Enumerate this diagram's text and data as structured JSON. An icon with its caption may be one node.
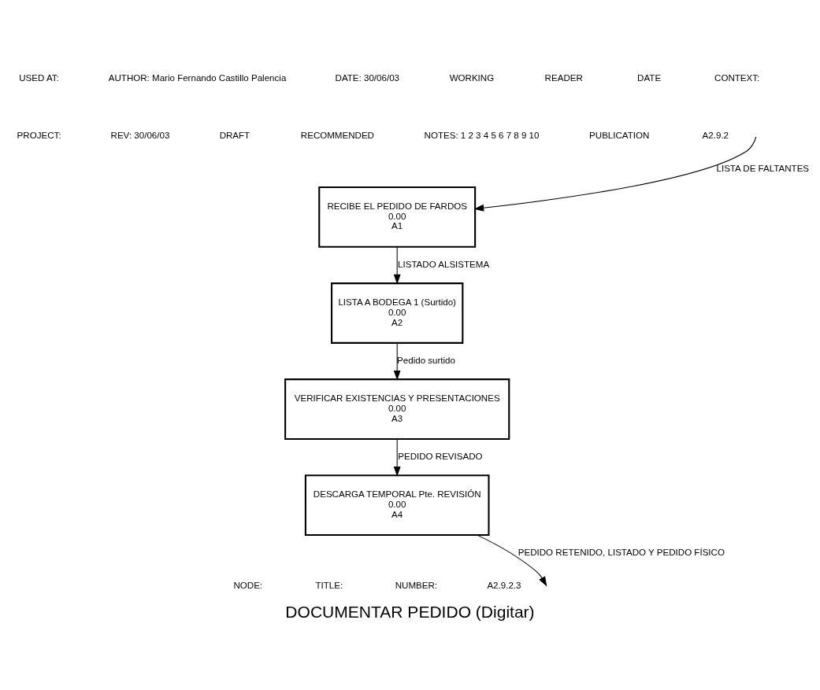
{
  "diagram": {
    "title": "DOCUMENTAR PEDIDO (Digitar)",
    "nodes": [
      {
        "text": [
          "RECIBE EL PEDIDO DE FARDOS",
          "0.00",
          "A1"
        ]
      },
      {
        "text": [
          "LISTA A BODEGA 1 (Surtido)",
          "0.00",
          "A2"
        ]
      },
      {
        "text": [
          "VERIFICAR EXISTENCIAS Y PRESENTACIONES",
          "0.00",
          "A3"
        ]
      },
      {
        "text": [
          "DESCARGA TEMPORAL Pte. REVISIÓN",
          "0.00",
          "A4"
        ]
      }
    ],
    "edges": [
      {
        "from": null,
        "to": 0,
        "arrow": "to",
        "label": "LISTA DE FALTANTES"
      },
      {
        "from": 0,
        "to": 1,
        "arrow": "to",
        "label": "LISTADO ALSISTEMA"
      },
      {
        "from": 1,
        "to": 2,
        "arrow": "to",
        "label": "Pedido surtido"
      },
      {
        "from": 2,
        "to": 3,
        "arrow": "to",
        "label": "PEDIDO REVISADO"
      },
      {
        "from": 3,
        "to": null,
        "arrow": "to",
        "label": "PEDIDO RETENIDO, LISTADO Y PEDIDO FÍSICO"
      }
    ],
    "labels": [
      "USED AT:",
      "AUTHOR: Mario Fernando Castillo Palencia",
      "DATE: 30/06/03",
      "WORKING",
      "READER",
      "DATE",
      "CONTEXT:",
      "PROJECT:",
      "REV: 30/06/03",
      "DRAFT",
      "RECOMMENDED",
      "NOTES: 1 2 3 4 5 6 7 8 9 10",
      "PUBLICATION",
      "A2.9.2",
      "NODE:",
      "TITLE:",
      "NUMBER:",
      "A2.9.2.3"
    ]
  }
}
